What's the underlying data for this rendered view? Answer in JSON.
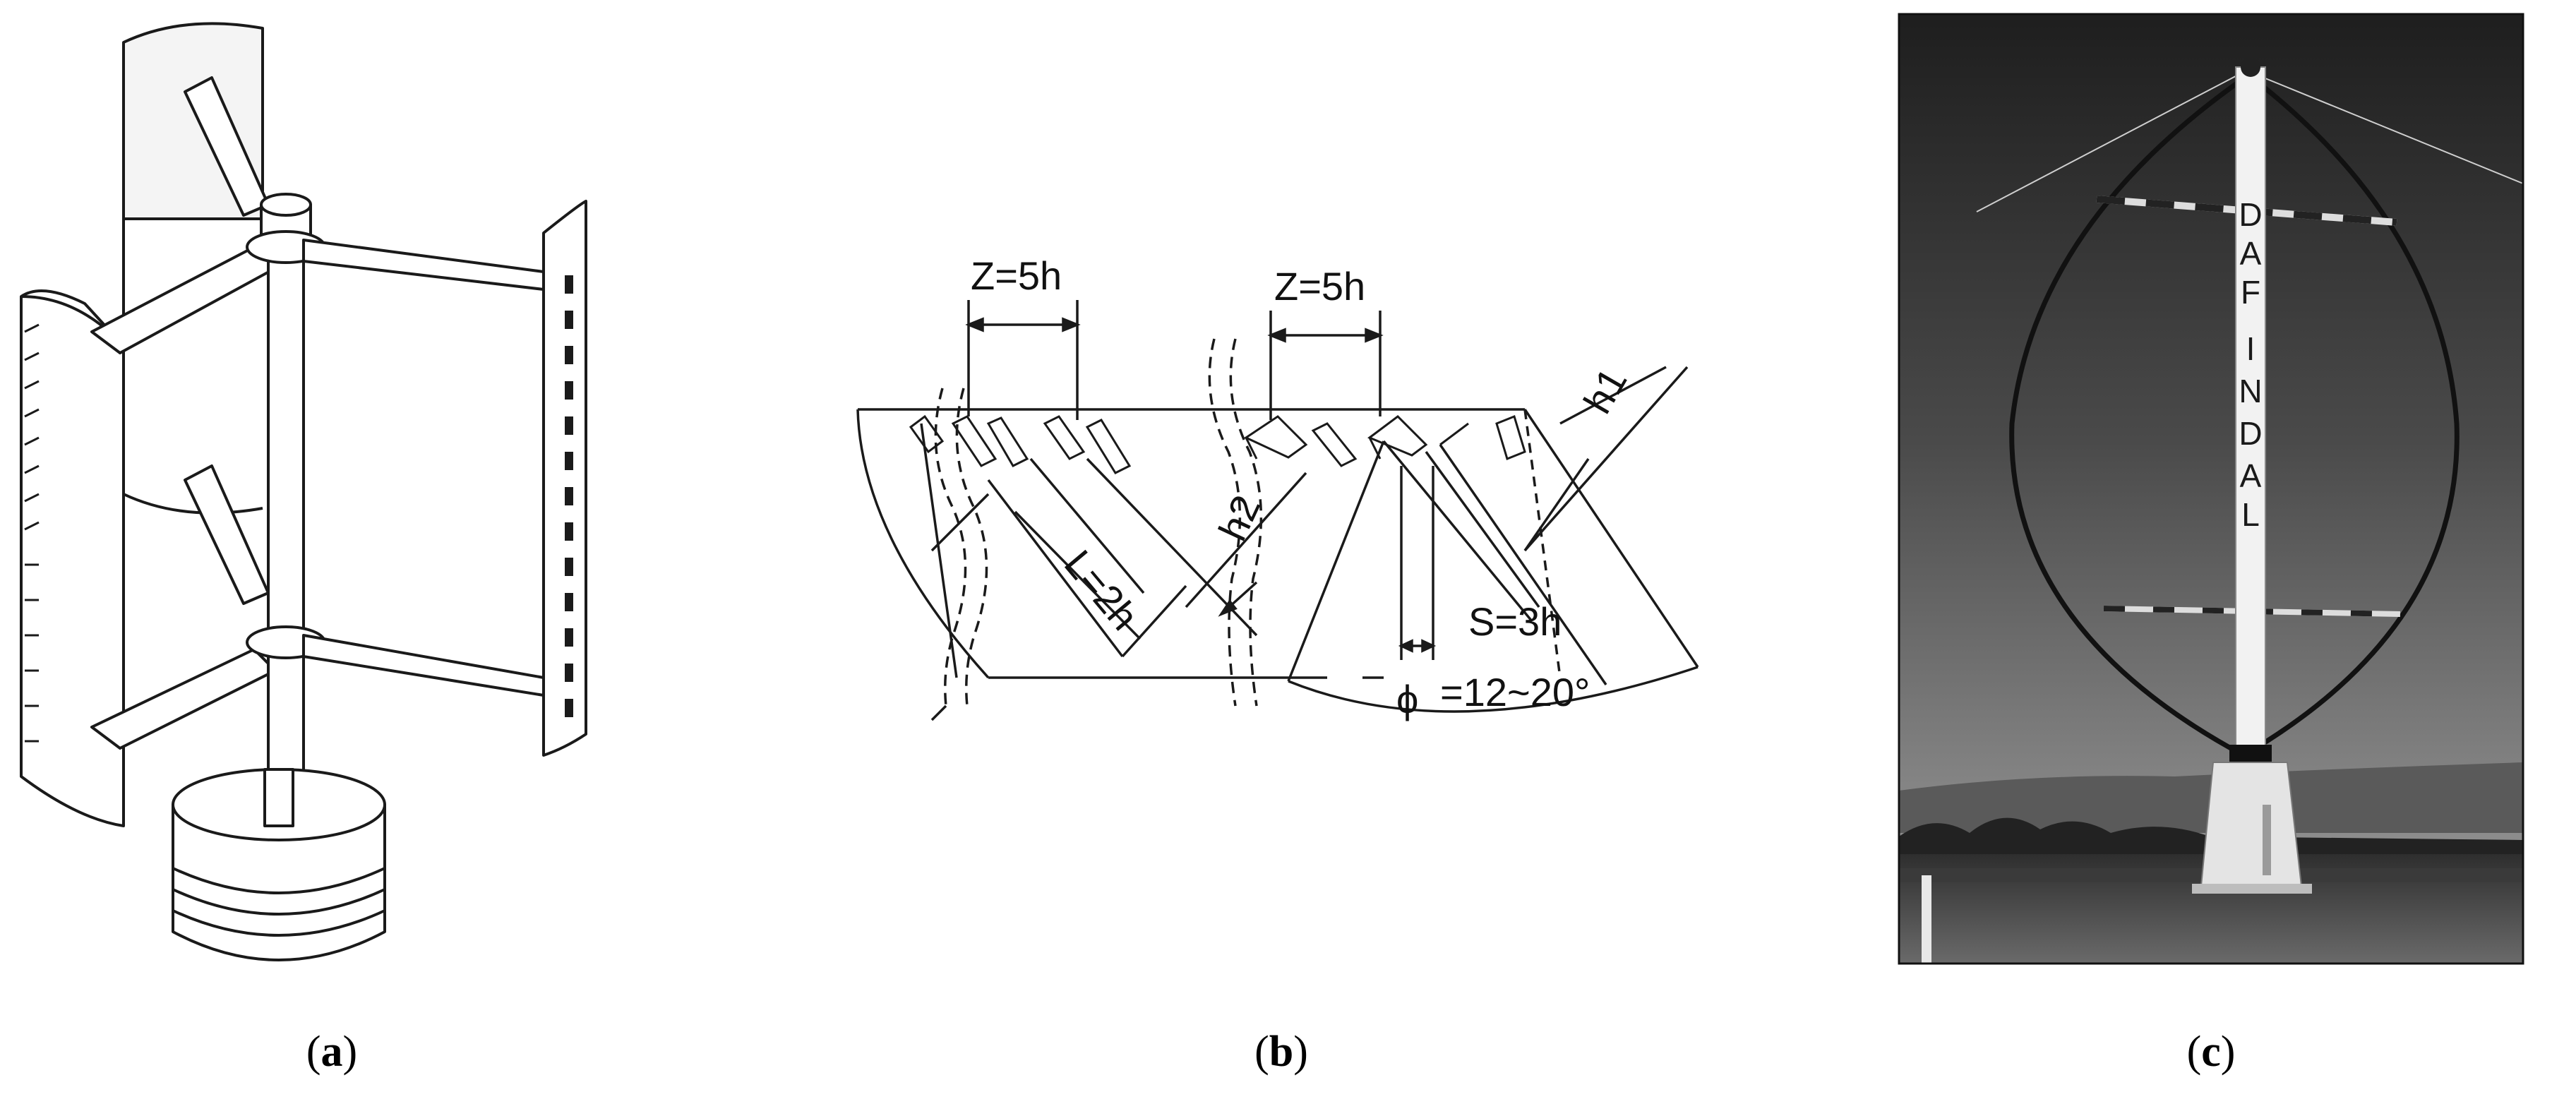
{
  "panels": {
    "a": {
      "caption_letter": "a"
    },
    "b": {
      "caption_letter": "b",
      "labels": {
        "z1": "Z=5h",
        "z2": "Z=5h",
        "h1": "h1",
        "h2": "h2",
        "l": "L=2h",
        "s": "S=3h",
        "phi_symbol": "ϕ",
        "angle": "=12~20°"
      }
    },
    "c": {
      "caption_letter": "c",
      "pole_letters": [
        "D",
        "A",
        "F",
        "I",
        "N",
        "D",
        "A",
        "L"
      ]
    }
  }
}
